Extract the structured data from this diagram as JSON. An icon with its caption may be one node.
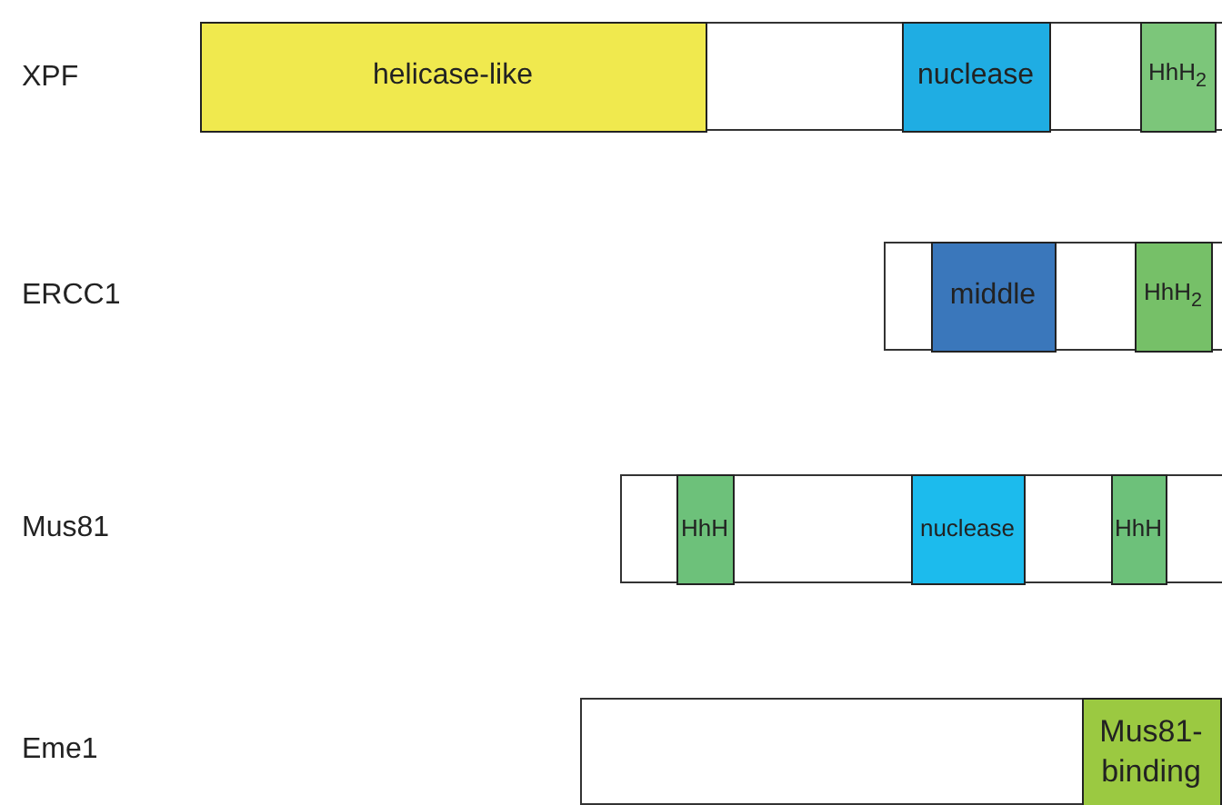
{
  "diagram": {
    "nodes": [
      {
        "text": [],
        "shape": "bar"
      },
      {
        "text": [
          "helicase-like"
        ],
        "in": 0
      },
      {
        "text": [
          "nuclease"
        ],
        "in": 0
      },
      {
        "text": [
          "HhH$_{2}$"
        ],
        "in": 0
      },
      {
        "text": [],
        "shape": "bar"
      },
      {
        "text": [
          "middle"
        ],
        "in": 4
      },
      {
        "text": [
          "HhH$_{2}$"
        ],
        "in": 4
      },
      {
        "text": [],
        "shape": "bar"
      },
      {
        "text": [
          "HhH"
        ],
        "in": 7
      },
      {
        "text": [
          "nuclease"
        ],
        "in": 7
      },
      {
        "text": [
          "HhH"
        ],
        "in": 7
      },
      {
        "text": [],
        "shape": "bar"
      },
      {
        "text": [
          "Mus81- binding"
        ],
        "in": 11
      }
    ],
    "edges": [],
    "labels": [
      "XPF",
      "ERCC1",
      "Mus81",
      "Eme1"
    ]
  }
}
